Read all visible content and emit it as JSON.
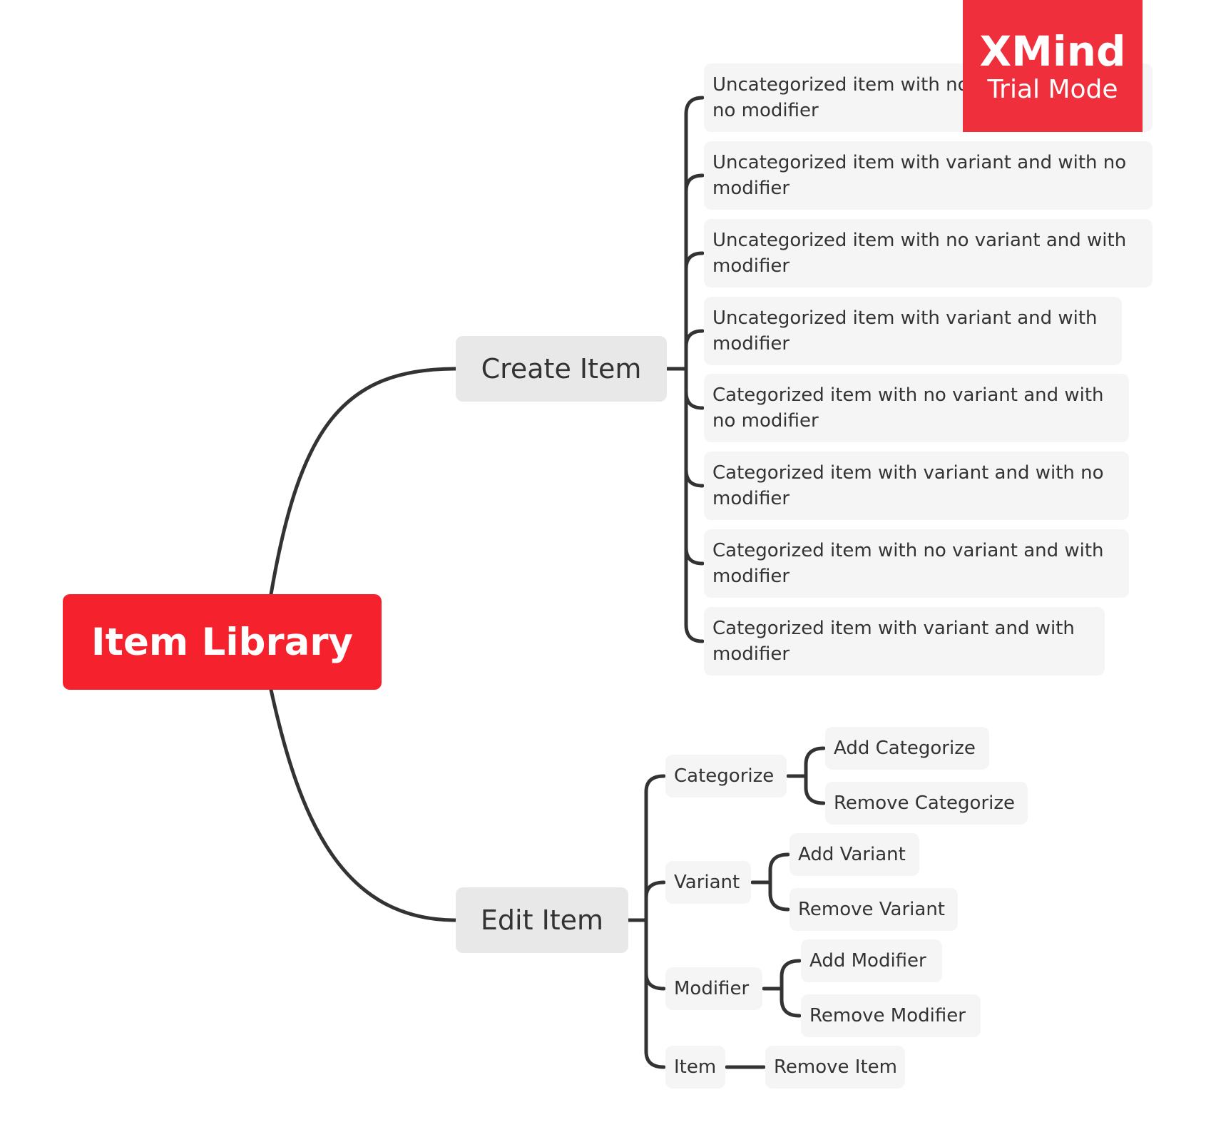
{
  "watermark": {
    "brand": "XMind",
    "mode": "Trial Mode"
  },
  "root": {
    "label": "Item Library"
  },
  "create_item": {
    "label": "Create Item",
    "children": [
      "Uncategorized item with no variant and with no modifier",
      "Uncategorized item with variant and with no modifier",
      "Uncategorized item with no variant and with modifier",
      "Uncategorized item with variant and with modifier",
      "Categorized item with no variant and with no modifier",
      "Categorized item with variant and with no modifier",
      "Categorized item with no variant and with modifier",
      "Categorized item with variant and with modifier"
    ]
  },
  "edit_item": {
    "label": "Edit Item",
    "categorize": {
      "label": "Categorize",
      "add": "Add Categorize",
      "remove": "Remove Categorize"
    },
    "variant": {
      "label": "Variant",
      "add": "Add Variant",
      "remove": "Remove Variant"
    },
    "modifier": {
      "label": "Modifier",
      "add": "Add Modifier",
      "remove": "Remove Modifier"
    },
    "item": {
      "label": "Item",
      "remove": "Remove Item"
    }
  },
  "colors": {
    "root": "#f5222d",
    "watermark": "#ef2f3b",
    "main_topic_bg": "#e8e8e8",
    "subtopic_bg": "#f5f5f5",
    "connector": "#333333"
  }
}
